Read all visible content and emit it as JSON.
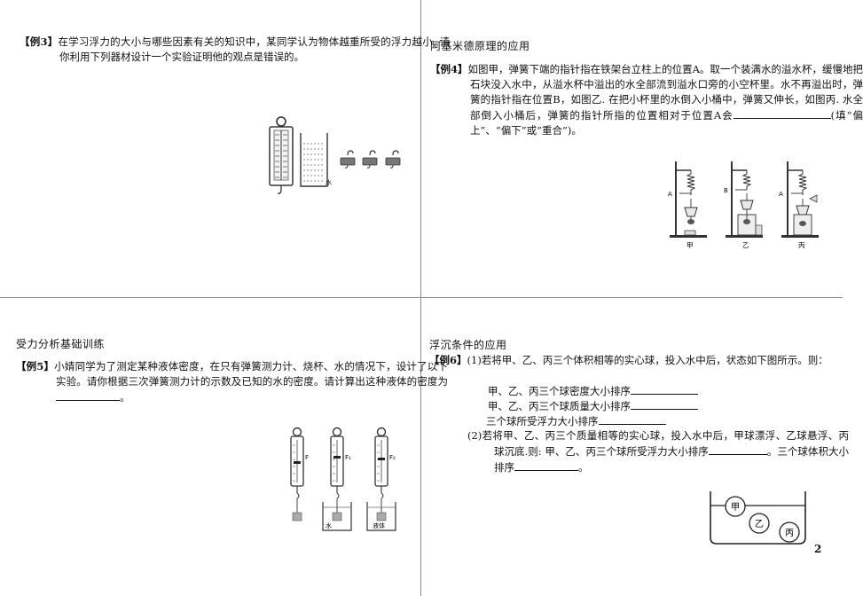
{
  "page_number": "2",
  "q3": {
    "label": "【例3】",
    "text": "在学习浮力的大小与哪些因素有关的知识中，某同学认为物体越重所受的浮力越小. 请你利用下列器材设计一个实验证明他的观点是错误的。",
    "water_label": "水"
  },
  "q4": {
    "heading": "阿基米德原理的应用",
    "label": "【例4】",
    "text_before": "如图甲，弹簧下端的指针指在铁架台立柱上的位置A。取一个装满水的溢水杯，缓慢地把石块没入水中，从溢水杯中溢出的水全部流到溢水口旁的小空杯里。水不再溢出时，弹簧的指针指在位置B，如图乙. 在把小杯里的水倒入小桶中，弹簧又伸长，如图丙. 水全部倒入小桶后，弹簧的指针所指的位置相对于位置A会",
    "text_after": "(填“偏上”、“偏下”或“重合”)。",
    "fig_labels": [
      "甲",
      "乙",
      "丙"
    ],
    "mark_a": "A",
    "mark_b": "B"
  },
  "q5": {
    "heading": "受力分析基础训练",
    "label": "【例5】",
    "text_before": "小婧同学为了测定某种液体密度，在只有弹簧测力计、烧杯、水的情况下，设计了以下实验。请你根据三次弹簧测力计的示数及已知的水的密度。请计算出这种液体的密度为",
    "text_after": "。",
    "f_labels": [
      "F",
      "F₁",
      "F₂"
    ],
    "water_label": "水",
    "liquid_label": "液体"
  },
  "q6": {
    "heading": "浮沉条件的应用",
    "label": "【例6】",
    "p1": "(1)若将甲、乙、丙三个体积相等的实心球，投入水中后，状态如下图所示。则：",
    "line1": "甲、乙、丙三个球密度大小排序",
    "line2": "甲、乙、丙三个球质量大小排序",
    "line3": "三个球所受浮力大小排序",
    "p2_before": "(2)若将甲、乙、丙三个质量相等的实心球，投入水中后，甲球漂浮、乙球悬浮、丙球沉底.则: 甲、乙、丙三个球所受浮力大小排序",
    "p2_mid": "。三个球体积大小排序",
    "p2_end": "。",
    "ball_labels": [
      "甲",
      "乙",
      "丙"
    ]
  }
}
